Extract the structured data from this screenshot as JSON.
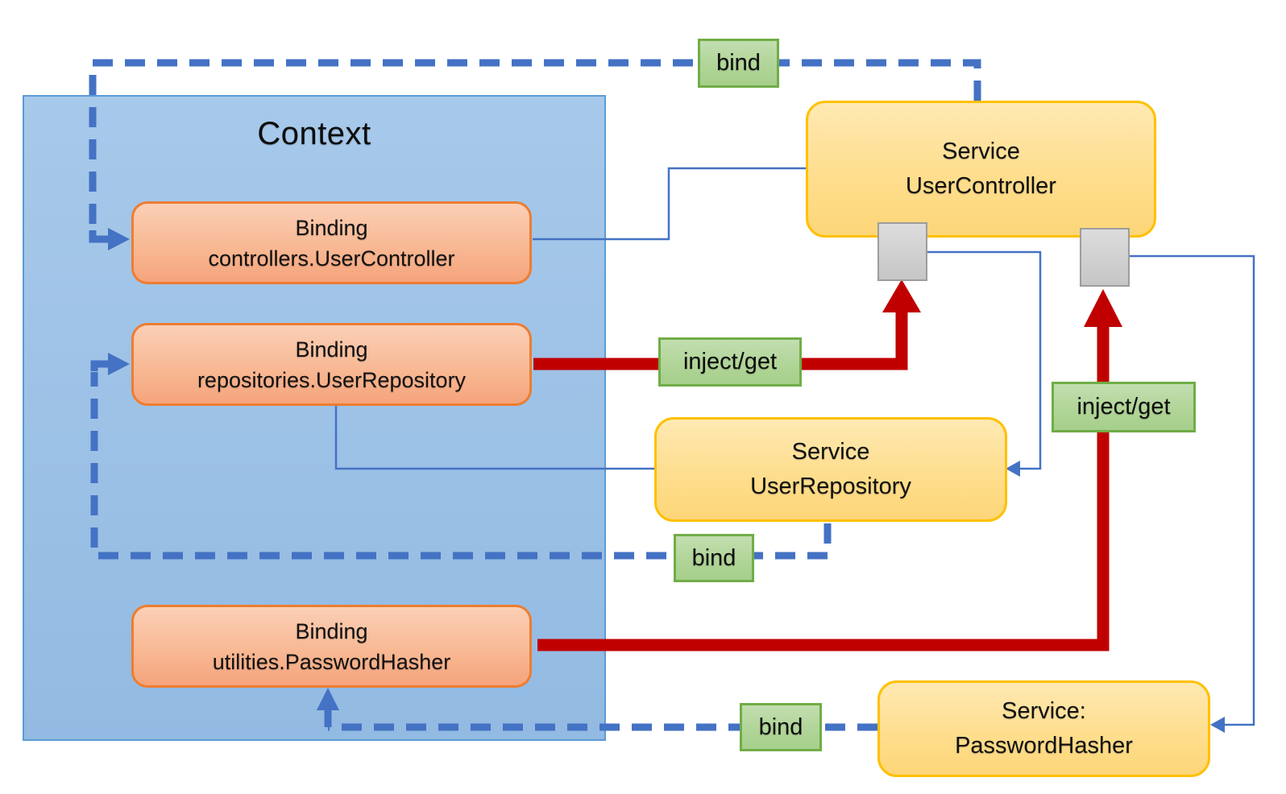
{
  "slide": {
    "context": {
      "title": "Context"
    },
    "bindings": [
      {
        "title": "Binding",
        "key": "controllers.UserController"
      },
      {
        "title": "Binding",
        "key": "repositories.UserRepository"
      },
      {
        "title": "Binding",
        "key": "utilities.PasswordHasher"
      }
    ],
    "services": [
      {
        "title": "Service",
        "name": "UserController"
      },
      {
        "title": "Service",
        "name": "UserRepository"
      },
      {
        "title": "Service:",
        "name": "PasswordHasher"
      }
    ],
    "edge_labels": {
      "bind_top": "bind",
      "bind_middle": "bind",
      "bind_bottom": "bind",
      "inject_get_left": "inject/get",
      "inject_get_right": "inject/get"
    },
    "colors": {
      "context_fill": "#9dc3e6",
      "context_border": "#5b9bd5",
      "binding_fill": "#f5a47c",
      "binding_border": "#ed7d31",
      "service_fill": "#fdd678",
      "service_border": "#ffc000",
      "label_fill": "#a6cf8b",
      "label_border": "#70ad47",
      "bind_edge": "#4472c4",
      "inject_edge": "#c00000",
      "port_fill": "#cfcfcf"
    }
  }
}
